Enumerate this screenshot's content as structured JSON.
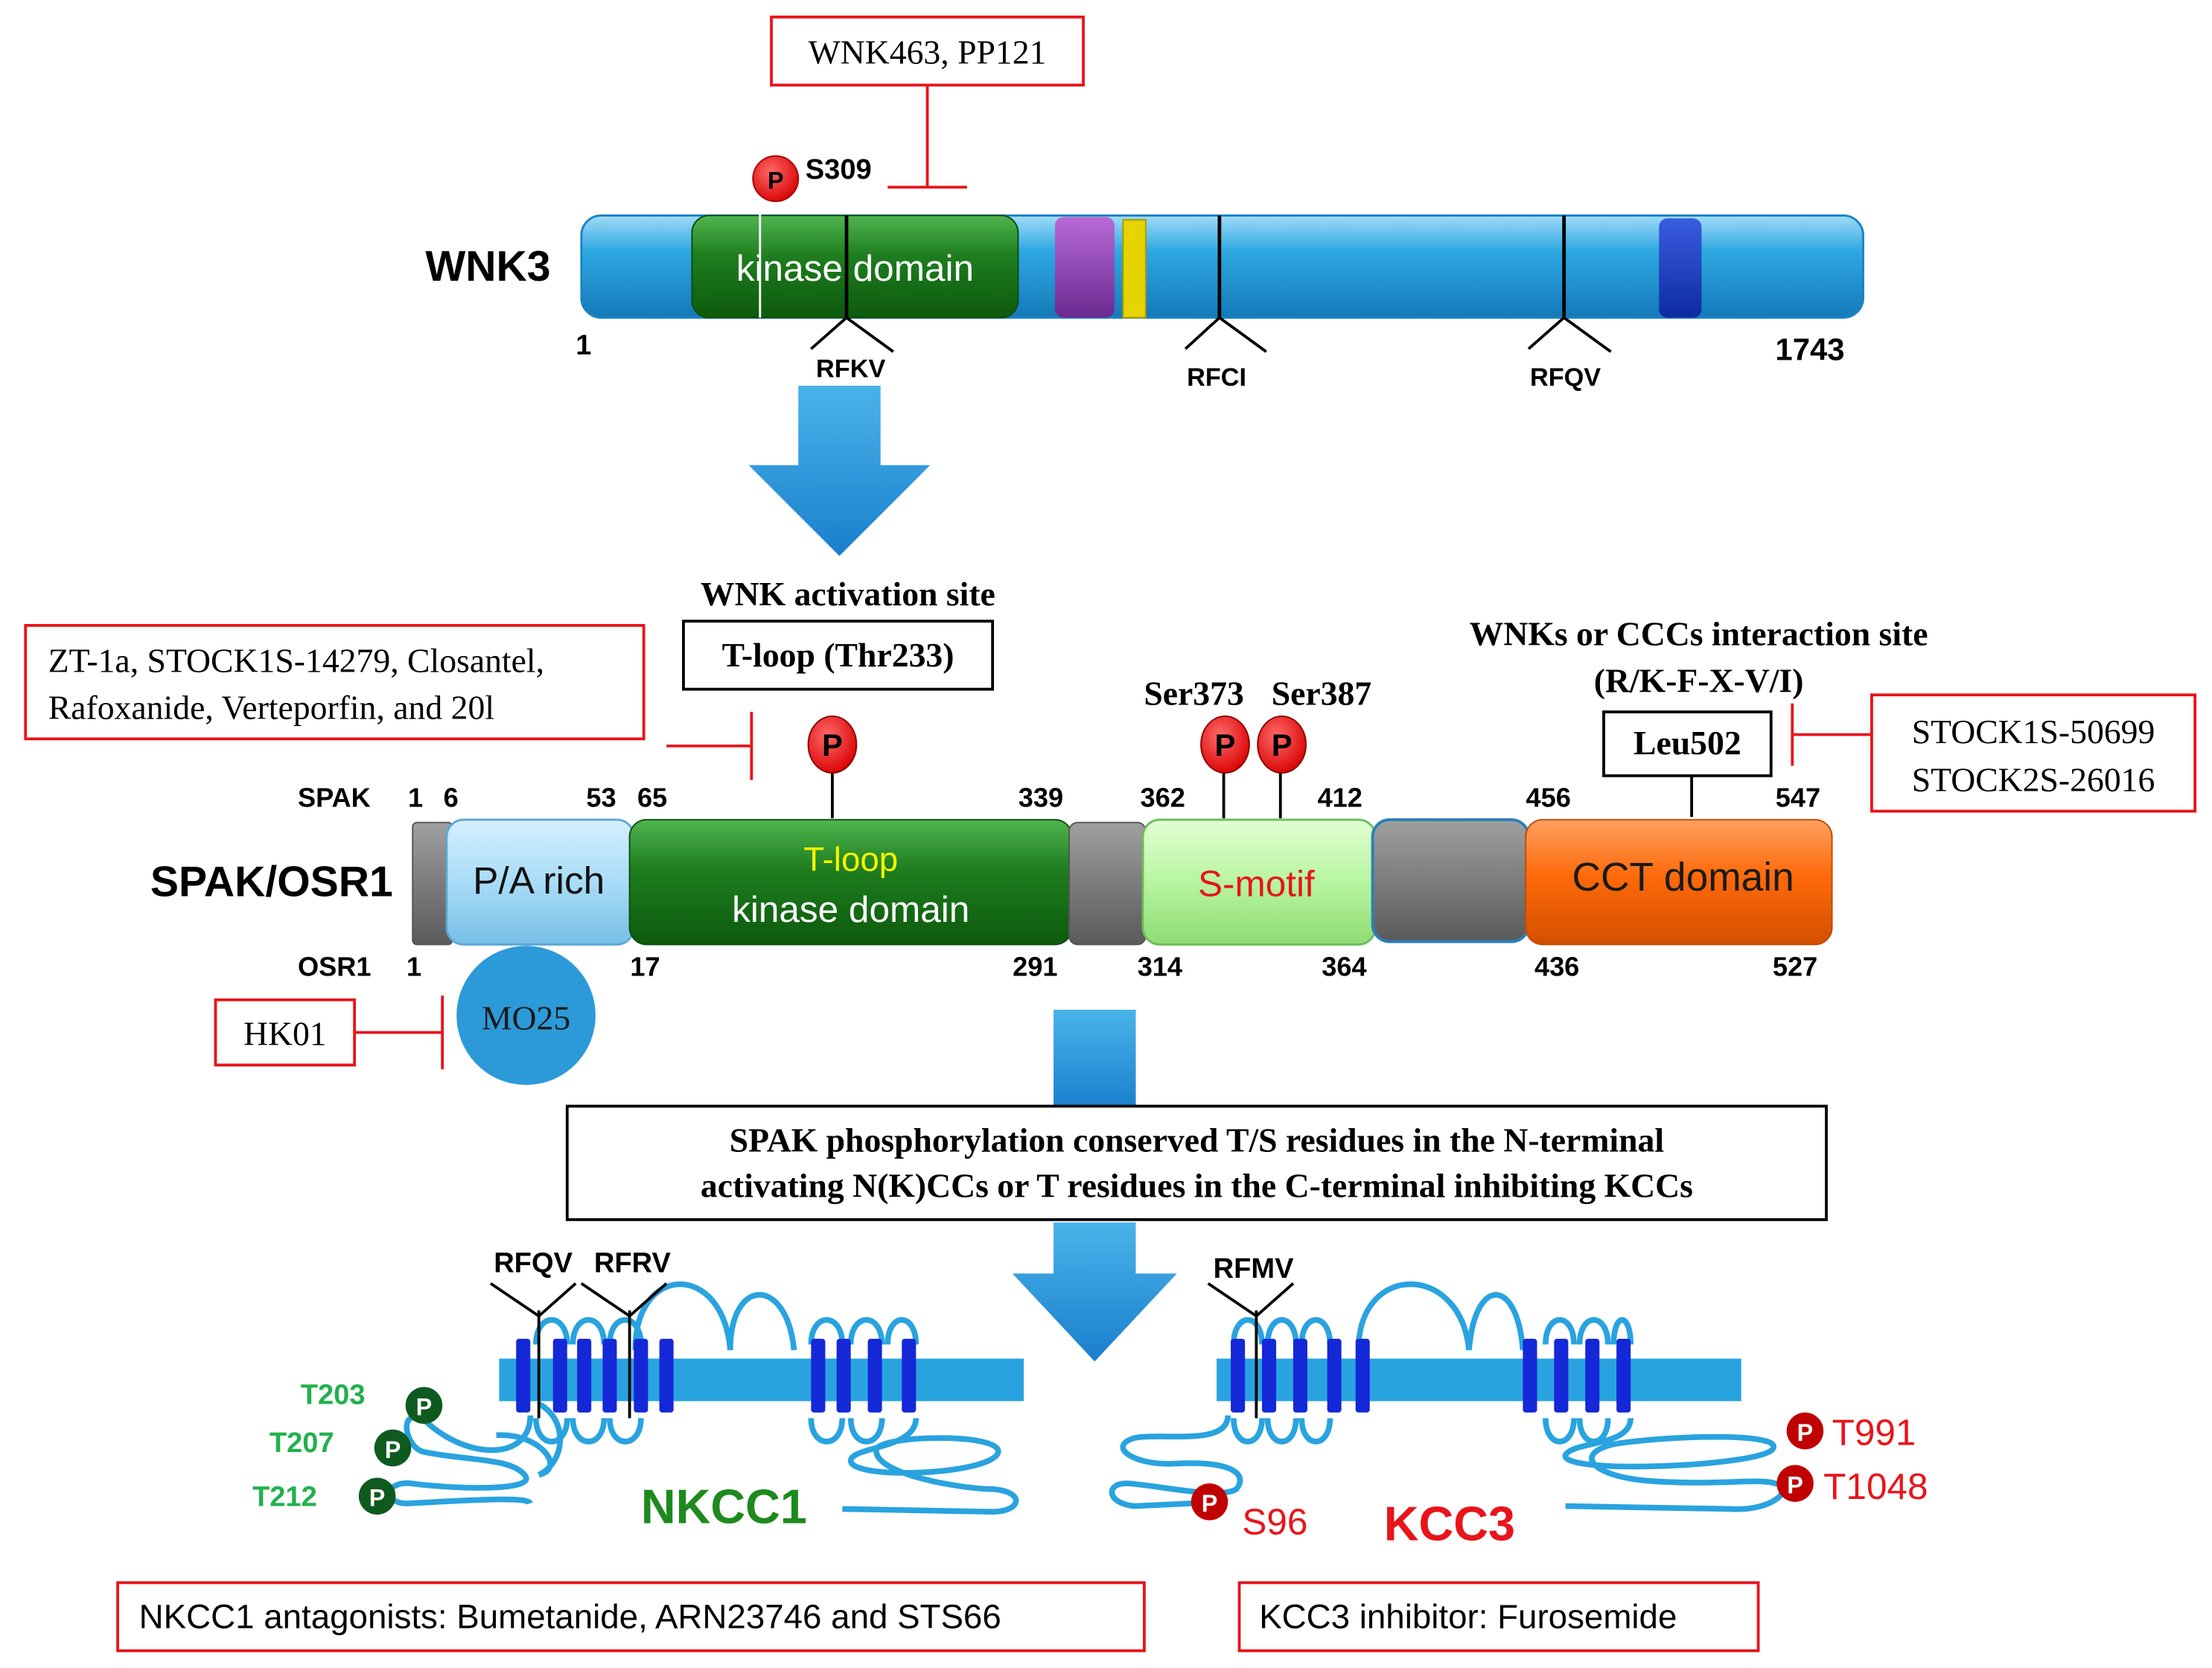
{
  "wnk3": {
    "name": "WNK3",
    "start": "1",
    "end": "1743",
    "kinase_label": "kinase domain",
    "phospho_site": "S309",
    "phospho_mark": "P",
    "inhibitors": "WNK463, PP121",
    "motifs": [
      "RFKV",
      "RFCI",
      "RFQV"
    ]
  },
  "spak": {
    "name": "SPAK/OSR1",
    "activation_title": "WNK activation site",
    "tloop_box": "T-loop (Thr233)",
    "interaction_title_1": "WNKs or CCCs interaction site",
    "interaction_title_2": "(R/K-F-X-V/I)",
    "leu_box": "Leu502",
    "ser373": "Ser373",
    "ser387": "Ser387",
    "phospho_mark": "P",
    "spak_label": "SPAK",
    "osr1_label": "OSR1",
    "spak_positions": [
      "1",
      "6",
      "53",
      "65",
      "339",
      "362",
      "412",
      "456",
      "547"
    ],
    "osr1_positions": [
      "1",
      "17",
      "291",
      "314",
      "364",
      "436",
      "527"
    ],
    "pa_label": "P/A rich",
    "tloop_label": "T-loop",
    "kinase_label": "kinase domain",
    "smotif_label": "S-motif",
    "cct_label": "CCT domain",
    "mo25_label": "MO25",
    "left_inhibitors_1": "ZT-1a, STOCK1S-14279, Closantel,",
    "left_inhibitors_2": "Rafoxanide, Verteporfin, and 20l",
    "right_inhibitors_1": "STOCK1S-50699",
    "right_inhibitors_2": "STOCK2S-26016",
    "hk01": "HK01"
  },
  "statement_1": "SPAK phosphorylation conserved T/S residues in the N-terminal",
  "statement_2": "activating N(K)CCs  or T residues in the C-terminal inhibiting KCCs",
  "nkcc1": {
    "name": "NKCC1",
    "motifs": [
      "RFQV",
      "RFRV"
    ],
    "sites": [
      "T203",
      "T207",
      "T212"
    ],
    "phospho_mark": "P",
    "antagonists": "NKCC1 antagonists: Bumetanide, ARN23746 and STS66"
  },
  "kcc3": {
    "name": "KCC3",
    "motif": "RFMV",
    "sites": [
      "S96",
      "T991",
      "T1048"
    ],
    "phospho_mark": "P",
    "inhibitor": "KCC3 inhibitor: Furosemide"
  },
  "colors": {
    "blue_bar": "#29a3df",
    "kinase_green": "#1e7d1e",
    "red": "#e8141b",
    "cct_orange": "#ff6a0a",
    "smotif_green": "#b8f5a0",
    "nkcc_green": "#22b14c",
    "helix_blue": "#1428d8"
  }
}
